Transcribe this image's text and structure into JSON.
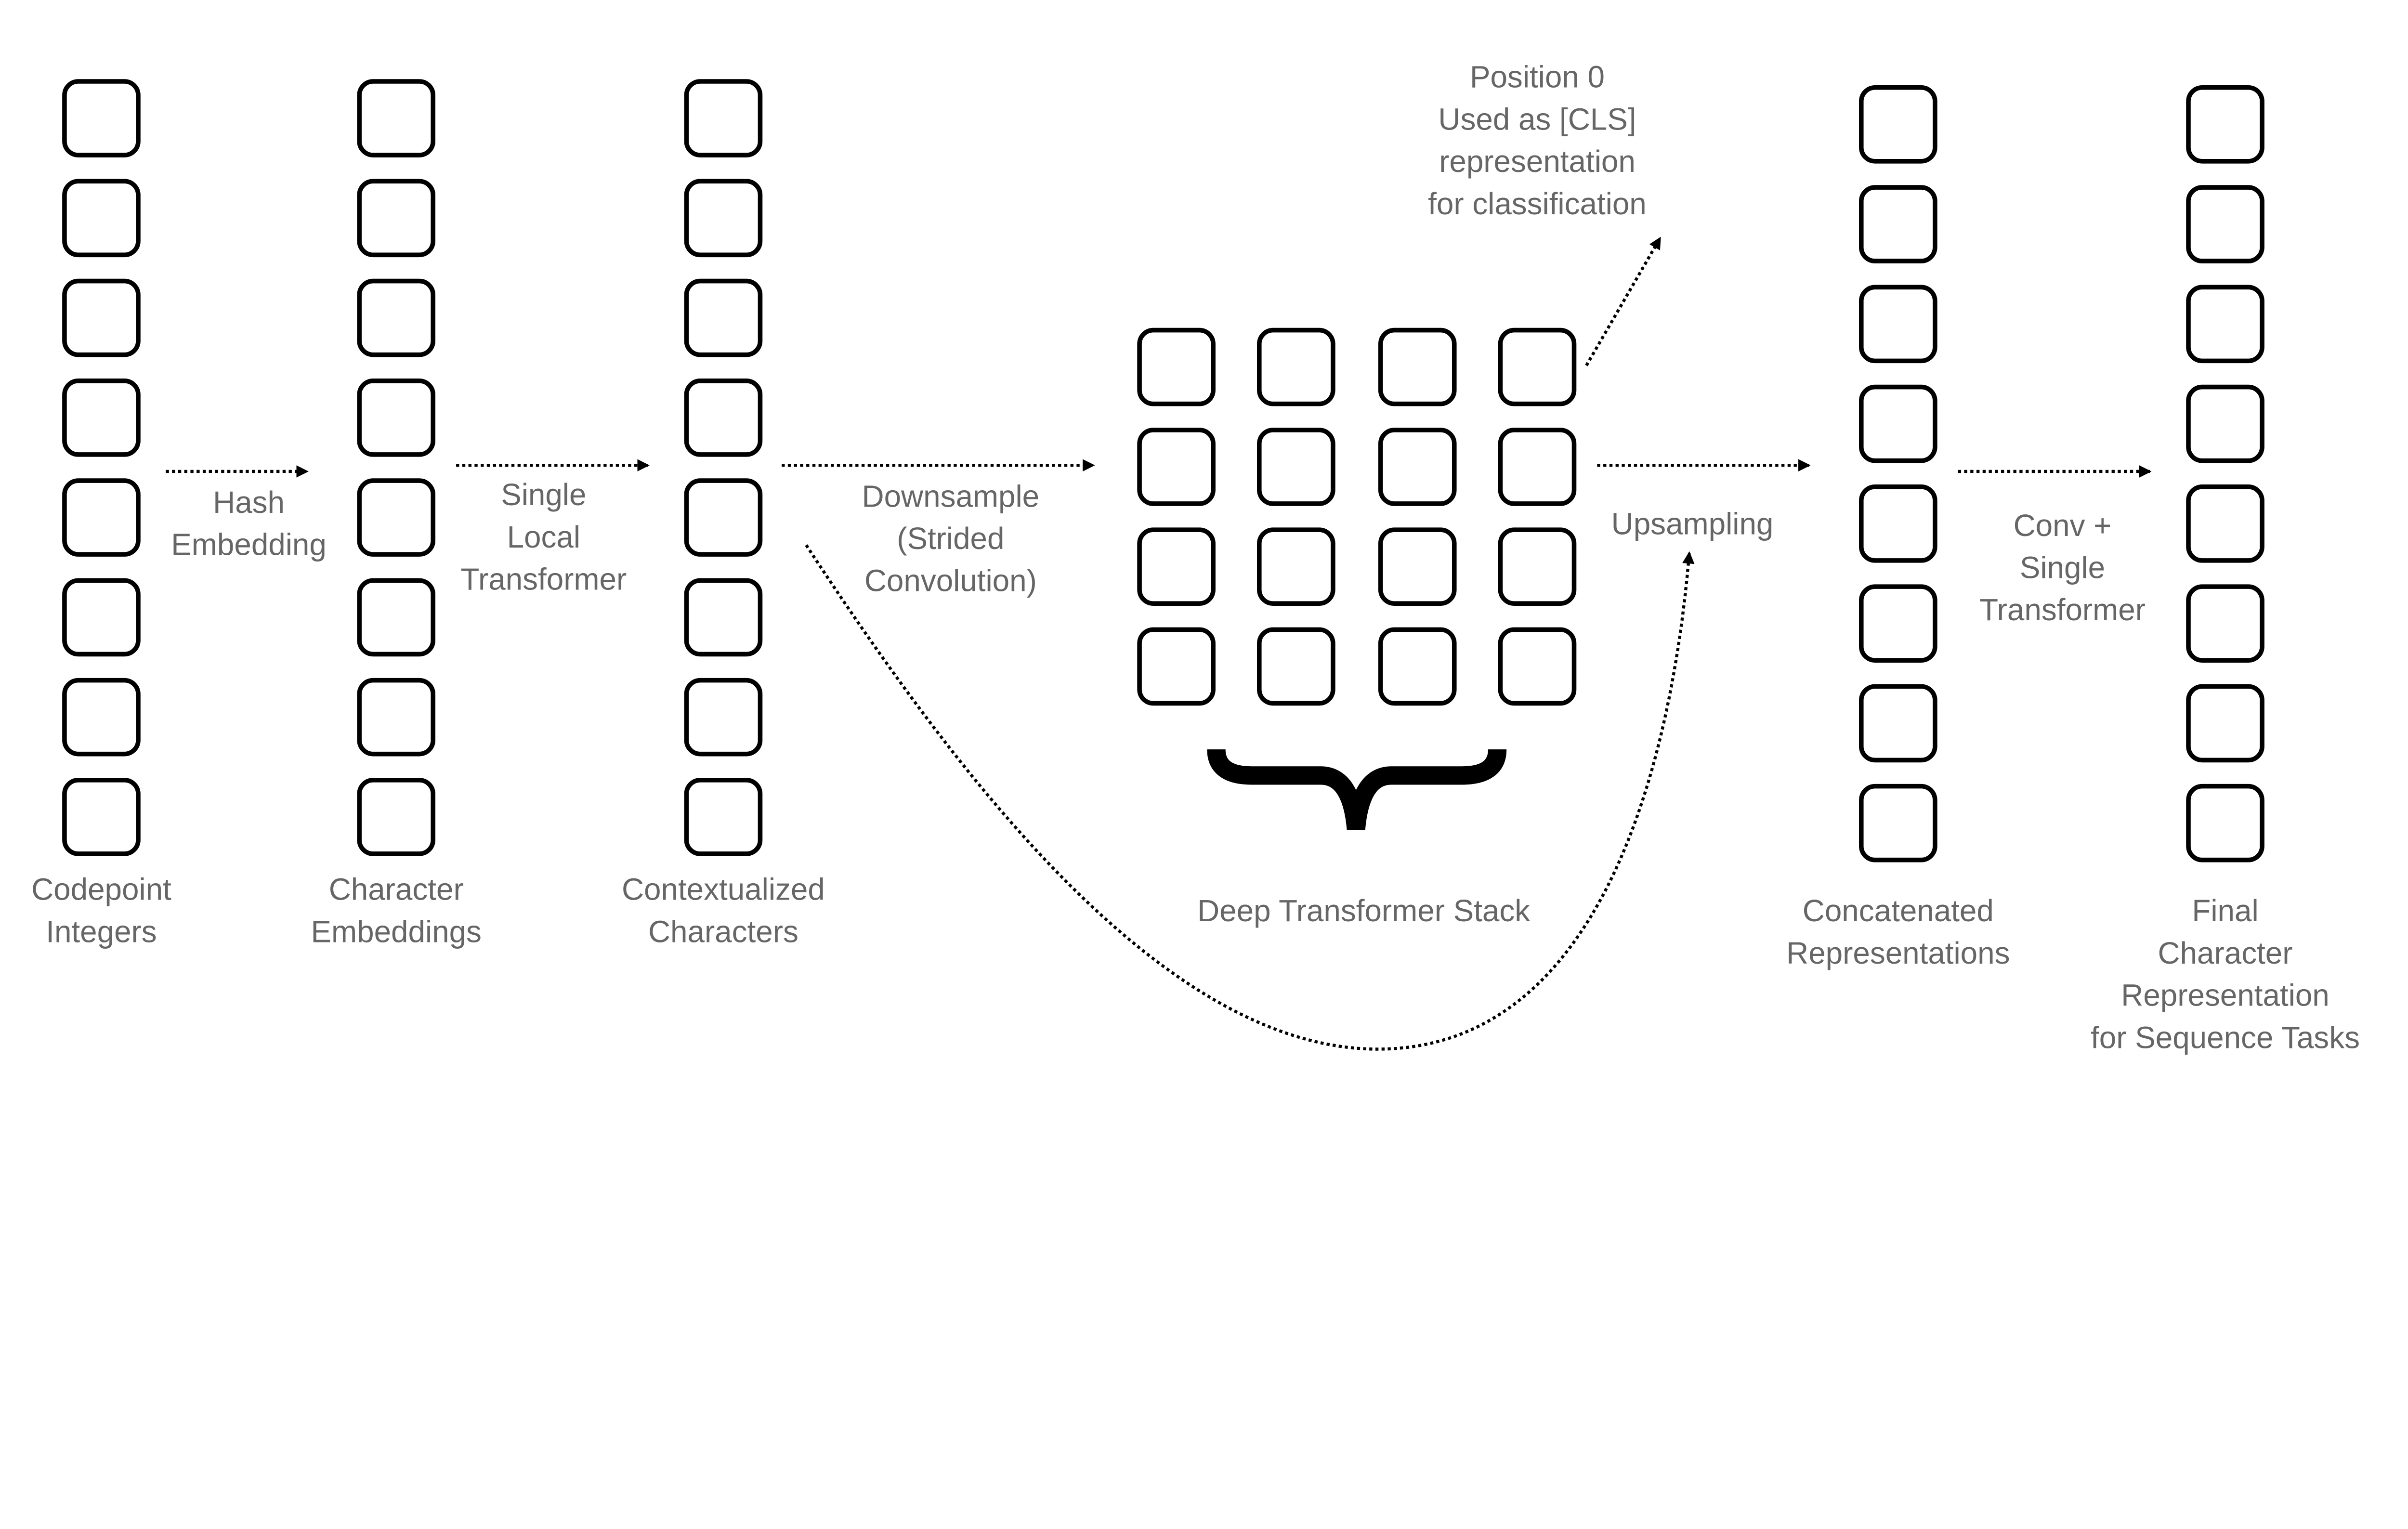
{
  "stages": [
    {
      "label": [
        "Codepoint",
        "Integers"
      ]
    },
    {
      "label": [
        "Character",
        "Embeddings"
      ]
    },
    {
      "label": [
        "Contextualized",
        "Characters"
      ]
    },
    {
      "label": [
        "Deep Transformer Stack"
      ]
    },
    {
      "label": [
        "Concatenated",
        "Representations"
      ]
    },
    {
      "label": [
        "Final",
        "Character",
        "Representation",
        "for Sequence Tasks"
      ]
    }
  ],
  "operations": [
    {
      "label": [
        "Hash",
        "Embedding"
      ]
    },
    {
      "label": [
        "Single",
        "Local",
        "Transformer"
      ]
    },
    {
      "label": [
        "Downsample",
        "(Strided",
        "Convolution)"
      ]
    },
    {
      "label": [
        "Upsampling"
      ]
    },
    {
      "label": [
        "Conv +",
        "Single",
        "Transformer"
      ]
    }
  ],
  "cls_note": [
    "Position 0",
    "Used as [CLS]",
    "representation",
    "for classification"
  ],
  "colors": {
    "text": "#666666",
    "stroke": "#000000"
  }
}
